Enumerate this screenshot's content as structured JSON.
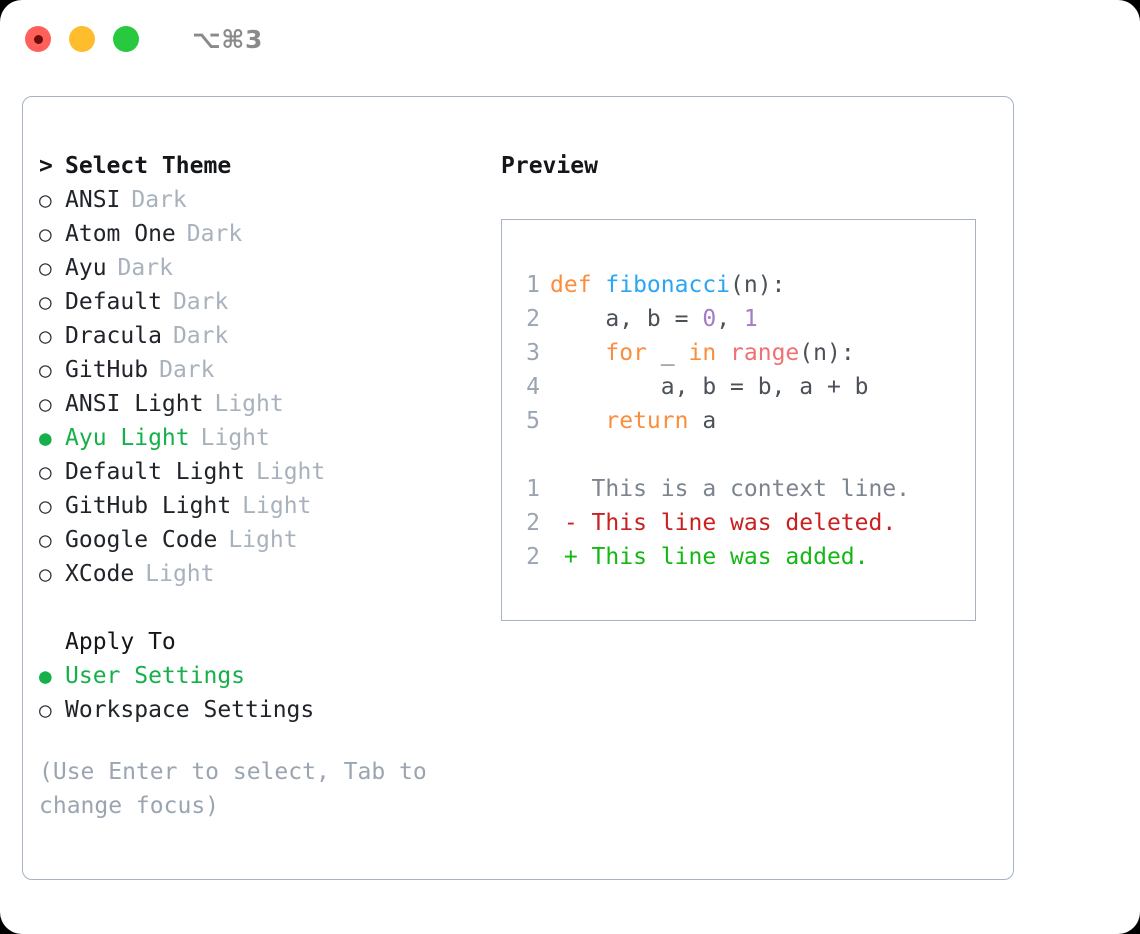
{
  "titlebar": {
    "shortcut": "⌥⌘3",
    "buttons": [
      {
        "name": "close",
        "color": "#ff6059"
      },
      {
        "name": "minimize",
        "color": "#ffbd2e"
      },
      {
        "name": "maximize",
        "color": "#28c93f"
      }
    ]
  },
  "left": {
    "prompt": ">",
    "title": "Select Theme",
    "bullet_unselected": "○",
    "bullet_selected": "●",
    "themes": [
      {
        "name": "ANSI",
        "badge": "Dark",
        "selected": false
      },
      {
        "name": "Atom One",
        "badge": "Dark",
        "selected": false
      },
      {
        "name": "Ayu",
        "badge": "Dark",
        "selected": false
      },
      {
        "name": "Default",
        "badge": "Dark",
        "selected": false
      },
      {
        "name": "Dracula",
        "badge": "Dark",
        "selected": false
      },
      {
        "name": "GitHub",
        "badge": "Dark",
        "selected": false
      },
      {
        "name": "ANSI Light",
        "badge": "Light",
        "selected": false
      },
      {
        "name": "Ayu Light",
        "badge": "Light",
        "selected": true
      },
      {
        "name": "Default Light",
        "badge": "Light",
        "selected": false
      },
      {
        "name": "GitHub Light",
        "badge": "Light",
        "selected": false
      },
      {
        "name": "Google Code",
        "badge": "Light",
        "selected": false
      },
      {
        "name": "XCode",
        "badge": "Light",
        "selected": false
      }
    ],
    "apply_to_label": "Apply To",
    "apply_to": [
      {
        "name": "User Settings",
        "selected": true
      },
      {
        "name": "Workspace Settings",
        "selected": false
      }
    ],
    "hint": "(Use Enter to select, Tab to change focus)"
  },
  "preview": {
    "title": "Preview",
    "code_lines": [
      {
        "no": "1",
        "tokens": [
          {
            "t": "def ",
            "c": "kw"
          },
          {
            "t": "fibonacci",
            "c": "fn"
          },
          {
            "t": "(n):",
            "c": "punc"
          }
        ]
      },
      {
        "no": "2",
        "tokens": [
          {
            "t": "    a, b = ",
            "c": "txt"
          },
          {
            "t": "0",
            "c": "num"
          },
          {
            "t": ", ",
            "c": "txt"
          },
          {
            "t": "1",
            "c": "num"
          }
        ]
      },
      {
        "no": "3",
        "tokens": [
          {
            "t": "    ",
            "c": "txt"
          },
          {
            "t": "for",
            "c": "kw"
          },
          {
            "t": " _ ",
            "c": "txt"
          },
          {
            "t": "in",
            "c": "kw"
          },
          {
            "t": " ",
            "c": "txt"
          },
          {
            "t": "range",
            "c": "call"
          },
          {
            "t": "(n):",
            "c": "punc"
          }
        ]
      },
      {
        "no": "4",
        "tokens": [
          {
            "t": "        a, b = b, a + b",
            "c": "txt"
          }
        ]
      },
      {
        "no": "5",
        "tokens": [
          {
            "t": "    ",
            "c": "txt"
          },
          {
            "t": "return",
            "c": "kw"
          },
          {
            "t": " a",
            "c": "txt"
          }
        ]
      }
    ],
    "diff_lines": [
      {
        "no": "1",
        "marker": "  ",
        "text": "This is a context line.",
        "kind": "ctx"
      },
      {
        "no": "2",
        "marker": "- ",
        "text": "This line was deleted.",
        "kind": "del"
      },
      {
        "no": "2",
        "marker": "+ ",
        "text": "This line was added.",
        "kind": "add"
      }
    ]
  },
  "colors": {
    "accent_green": "#16b04b",
    "muted": "#a8b2bd",
    "border": "#a7b3c2",
    "keyword": "#fa8d3e",
    "function": "#2ba6f5",
    "number": "#a37acc",
    "call": "#f07171",
    "diff_delete": "#c92020",
    "diff_add": "#14b814"
  }
}
